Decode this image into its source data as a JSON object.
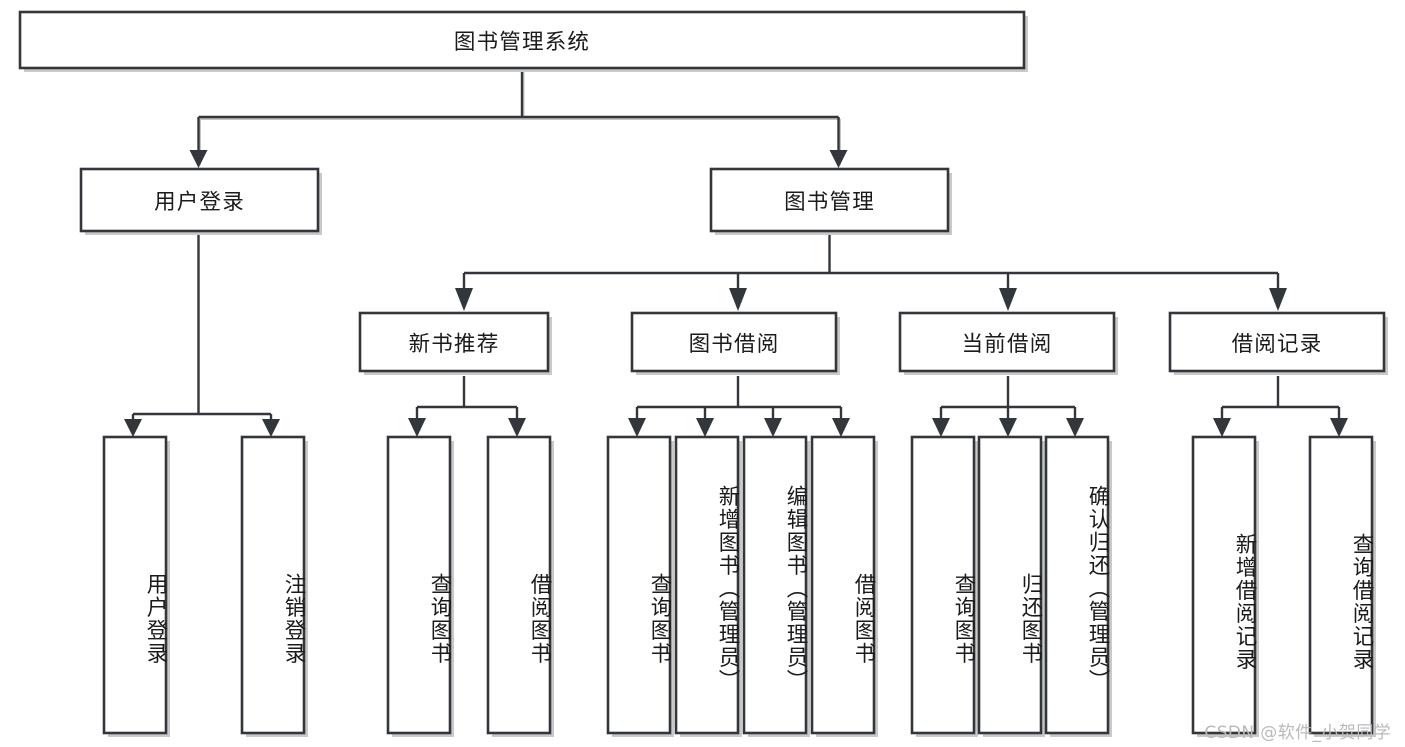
{
  "diagram": {
    "type": "tree-hierarchy-flowchart",
    "orientation": "top-down",
    "root": {
      "id": "root",
      "label": "图书管理系统",
      "text_orientation": "horizontal"
    },
    "level2": [
      {
        "id": "user-login",
        "label": "用户登录",
        "text_orientation": "horizontal"
      },
      {
        "id": "book-management",
        "label": "图书管理",
        "text_orientation": "horizontal"
      }
    ],
    "level3": [
      {
        "id": "new-book-recommend",
        "label": "新书推荐",
        "text_orientation": "horizontal",
        "parent": "book-management"
      },
      {
        "id": "book-borrow",
        "label": "图书借阅",
        "text_orientation": "horizontal",
        "parent": "book-management"
      },
      {
        "id": "current-borrow",
        "label": "当前借阅",
        "text_orientation": "horizontal",
        "parent": "book-management"
      },
      {
        "id": "borrow-record",
        "label": "借阅记录",
        "text_orientation": "horizontal",
        "parent": "book-management"
      }
    ],
    "leaves": {
      "user-login": [
        {
          "id": "leaf-user-login",
          "label": "用户登录",
          "text_orientation": "vertical"
        },
        {
          "id": "leaf-logout",
          "label": "注销登录",
          "text_orientation": "vertical"
        }
      ],
      "new-book-recommend": [
        {
          "id": "leaf-query-book-1",
          "label": "查询图书",
          "text_orientation": "vertical"
        },
        {
          "id": "leaf-borrow-book-1",
          "label": "借阅图书",
          "text_orientation": "vertical"
        }
      ],
      "book-borrow": [
        {
          "id": "leaf-query-book-2",
          "label": "查询图书",
          "text_orientation": "vertical"
        },
        {
          "id": "leaf-add-book",
          "label": "新增图书（管理员）",
          "text_orientation": "vertical"
        },
        {
          "id": "leaf-edit-book",
          "label": "编辑图书（管理员）",
          "text_orientation": "vertical"
        },
        {
          "id": "leaf-borrow-book-2",
          "label": "借阅图书",
          "text_orientation": "vertical"
        }
      ],
      "current-borrow": [
        {
          "id": "leaf-query-book-3",
          "label": "查询图书",
          "text_orientation": "vertical"
        },
        {
          "id": "leaf-return-book",
          "label": "归还图书",
          "text_orientation": "vertical"
        },
        {
          "id": "leaf-confirm-return",
          "label": "确认归还（管理员）",
          "text_orientation": "vertical"
        }
      ],
      "borrow-record": [
        {
          "id": "leaf-add-record",
          "label": "新增借阅记录",
          "text_orientation": "vertical"
        },
        {
          "id": "leaf-query-record",
          "label": "查询借阅记录",
          "text_orientation": "vertical"
        }
      ]
    }
  },
  "watermark": {
    "text": "CSDN @软件_小贺同学"
  },
  "colors": {
    "box_stroke": "#33373b",
    "box_fill": "#ffffff",
    "text": "#1b1b1b",
    "shadow": "#c9c9c9",
    "watermark": "#b9b9b9",
    "background": "#ffffff"
  }
}
